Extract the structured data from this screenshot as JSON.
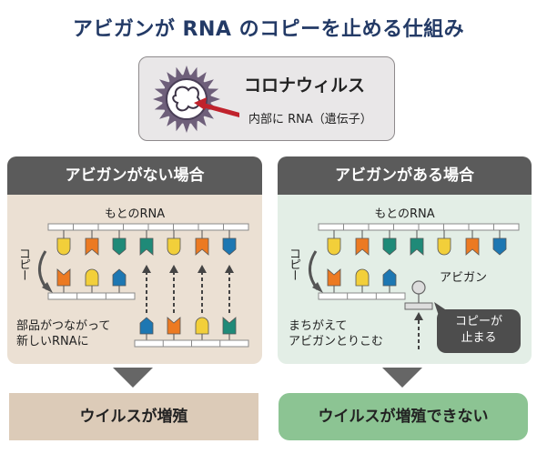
{
  "title": "アビガンが RNA のコピーを止める仕組み",
  "virus": {
    "name": "コロナウィルス",
    "caption": "内部に RNA（遺伝子）"
  },
  "left_panel": {
    "header": "アビガンがない場合",
    "rna_label": "もとのRNA",
    "copy_label": "コピー",
    "caption_line1": "部品がつながって",
    "caption_line2": "新しいRNAに"
  },
  "right_panel": {
    "header": "アビガンがある場合",
    "rna_label": "もとのRNA",
    "copy_label": "コピー",
    "drug_label": "アビガン",
    "caption_line1": "まちがえて",
    "caption_line2": "アビガンとりこむ",
    "bubble_line1": "コピーが",
    "bubble_line2": "止まる"
  },
  "results": {
    "left": "ウイルスが増殖",
    "right": "ウイルスが増殖できない"
  },
  "colors": {
    "title": "#233a66",
    "yellow": "#f2cf3a",
    "orange": "#ec7a22",
    "teal": "#1f8a78",
    "blue": "#1d77b2",
    "result_green": "#8cc493",
    "result_beige": "#dccbb8"
  }
}
